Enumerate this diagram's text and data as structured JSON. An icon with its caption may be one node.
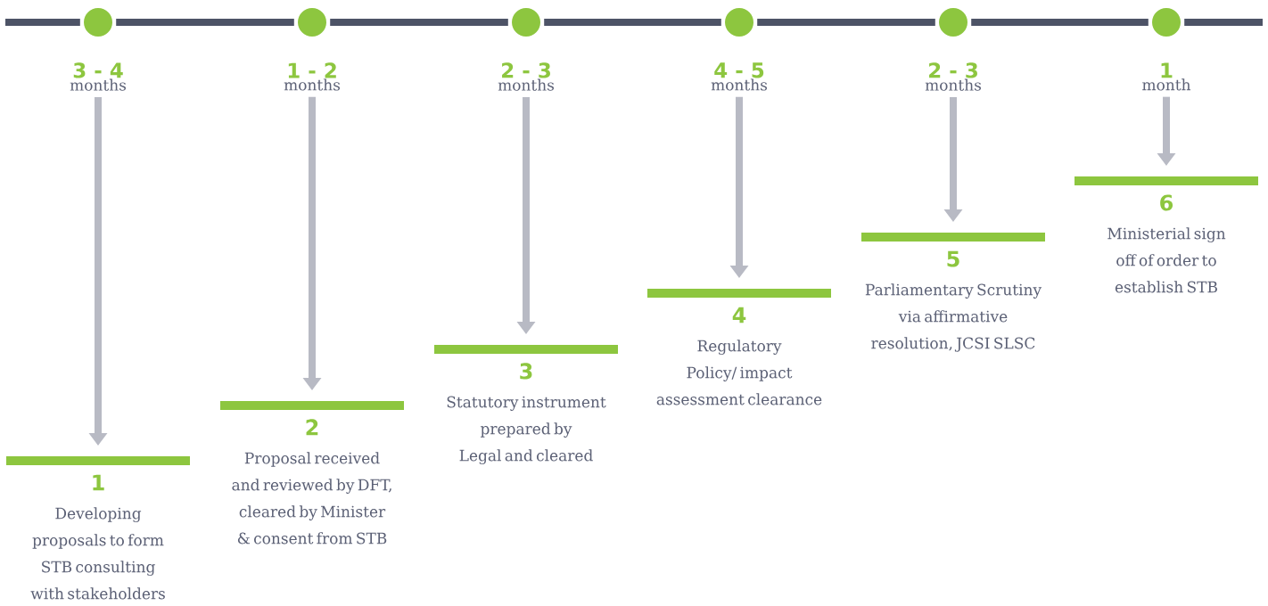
{
  "diagram": {
    "nodes": [
      {
        "text": [],
        "shape": "circle"
      },
      {
        "text": [],
        "shape": "circle"
      },
      {
        "text": [],
        "shape": "circle"
      },
      {
        "text": [],
        "shape": "circle"
      },
      {
        "text": [],
        "shape": "circle"
      },
      {
        "text": [],
        "shape": "circle"
      },
      {
        "text": [
          "3 - 4",
          "months"
        ]
      },
      {
        "text": [
          "1 - 2",
          "months"
        ]
      },
      {
        "text": [
          "2 - 3",
          "months"
        ]
      },
      {
        "text": [
          "4 - 5",
          "months"
        ]
      },
      {
        "text": [
          "2 - 3",
          "months"
        ]
      },
      {
        "text": [
          "1",
          "month"
        ]
      },
      {
        "text": [
          "1",
          "Developing proposals to form STB consulting with stakeholders"
        ]
      },
      {
        "text": [
          "2",
          "Proposal received and reviewed by DFT, cleared by Minister & consent from STB"
        ]
      },
      {
        "text": [
          "3",
          "Statutory instrument prepared by Legal and cleared"
        ]
      },
      {
        "text": [
          "4",
          "Regulatory Policy/ impact assessment clearance"
        ]
      },
      {
        "text": [
          "5",
          "Parliamentary Scrutiny via affirmative resolution, JCSI SLSC"
        ]
      },
      {
        "text": [
          "6",
          "Ministerial sign off of order to establish STB"
        ]
      }
    ],
    "edges": [
      {
        "from": null,
        "to": 0,
        "arrow": "none"
      },
      {
        "from": 0,
        "to": 1,
        "arrow": "none"
      },
      {
        "from": 1,
        "to": 2,
        "arrow": "none"
      },
      {
        "from": 2,
        "to": 3,
        "arrow": "none"
      },
      {
        "from": 3,
        "to": 4,
        "arrow": "none"
      },
      {
        "from": 4,
        "to": 5,
        "arrow": "none"
      },
      {
        "from": 5,
        "to": null,
        "arrow": "none"
      },
      {
        "from": 6,
        "to": 12,
        "arrow": "to",
        "color": "#b8bac4"
      },
      {
        "from": 7,
        "to": 13,
        "arrow": "to",
        "color": "#b8bac4"
      },
      {
        "from": 8,
        "to": 14,
        "arrow": "to",
        "color": "#b8bac4"
      },
      {
        "from": 9,
        "to": 15,
        "arrow": "to",
        "color": "#b8bac4"
      },
      {
        "from": 10,
        "to": 16,
        "arrow": "to",
        "color": "#b8bac4"
      },
      {
        "from": 11,
        "to": 17,
        "arrow": "to",
        "color": "#b8bac4"
      }
    ]
  }
}
